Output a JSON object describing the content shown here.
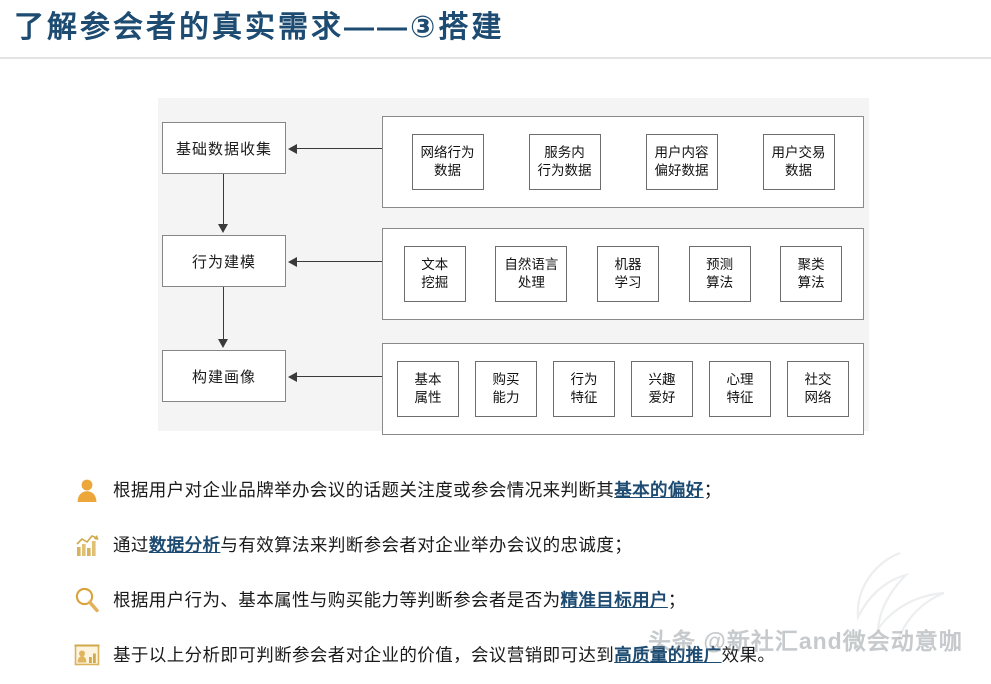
{
  "title": "了解参会者的真实需求——③搭建",
  "diagram": {
    "stages": [
      {
        "label": "基础数据收集"
      },
      {
        "label": "行为建模"
      },
      {
        "label": "构建画像"
      }
    ],
    "groups": [
      {
        "id": "data-collection-items",
        "items": [
          {
            "line1": "网络行为",
            "line2": "数据"
          },
          {
            "line1": "服务内",
            "line2": "行为数据"
          },
          {
            "line1": "用户内容",
            "line2": "偏好数据"
          },
          {
            "line1": "用户交易",
            "line2": "数据"
          }
        ]
      },
      {
        "id": "behavior-modeling-items",
        "items": [
          {
            "line1": "文本",
            "line2": "挖掘"
          },
          {
            "line1": "自然语言",
            "line2": "处理"
          },
          {
            "line1": "机器",
            "line2": "学习"
          },
          {
            "line1": "预测",
            "line2": "算法"
          },
          {
            "line1": "聚类",
            "line2": "算法"
          }
        ]
      },
      {
        "id": "persona-items",
        "items": [
          {
            "line1": "基本",
            "line2": "属性"
          },
          {
            "line1": "购买",
            "line2": "能力"
          },
          {
            "line1": "行为",
            "line2": "特征"
          },
          {
            "line1": "兴趣",
            "line2": "爱好"
          },
          {
            "line1": "心理",
            "line2": "特征"
          },
          {
            "line1": "社交",
            "line2": "网络"
          }
        ]
      }
    ]
  },
  "bullets": [
    {
      "icon": "user-silhouette-icon",
      "pre": "根据用户对企业品牌举办会议的话题关注度或参会情况来判断其",
      "highlight": "基本的偏好",
      "post": "；"
    },
    {
      "icon": "bar-chart-icon",
      "pre": "通过",
      "highlight": "数据分析",
      "post": "与有效算法来判断参会者对企业举办会议的忠诚度；"
    },
    {
      "icon": "magnifier-icon",
      "pre": "根据用户行为、基本属性与购买能力等判断参会者是否为",
      "highlight": "精准目标用户",
      "post": "；"
    },
    {
      "icon": "presentation-chart-icon",
      "pre": "基于以上分析即可判断参会者对企业的价值，会议营销即可达到",
      "highlight": "高质量的推广",
      "post": "效果。"
    }
  ],
  "watermark": "头条 @新社汇and微会动意咖",
  "colors": {
    "title": "#1d4b71",
    "highlight": "#1d4b71",
    "icon_orange": "#eda63a",
    "icon_gold": "#d9b35c",
    "diagram_bg": "#f4f4f4",
    "body_text": "#1a1a1a"
  }
}
